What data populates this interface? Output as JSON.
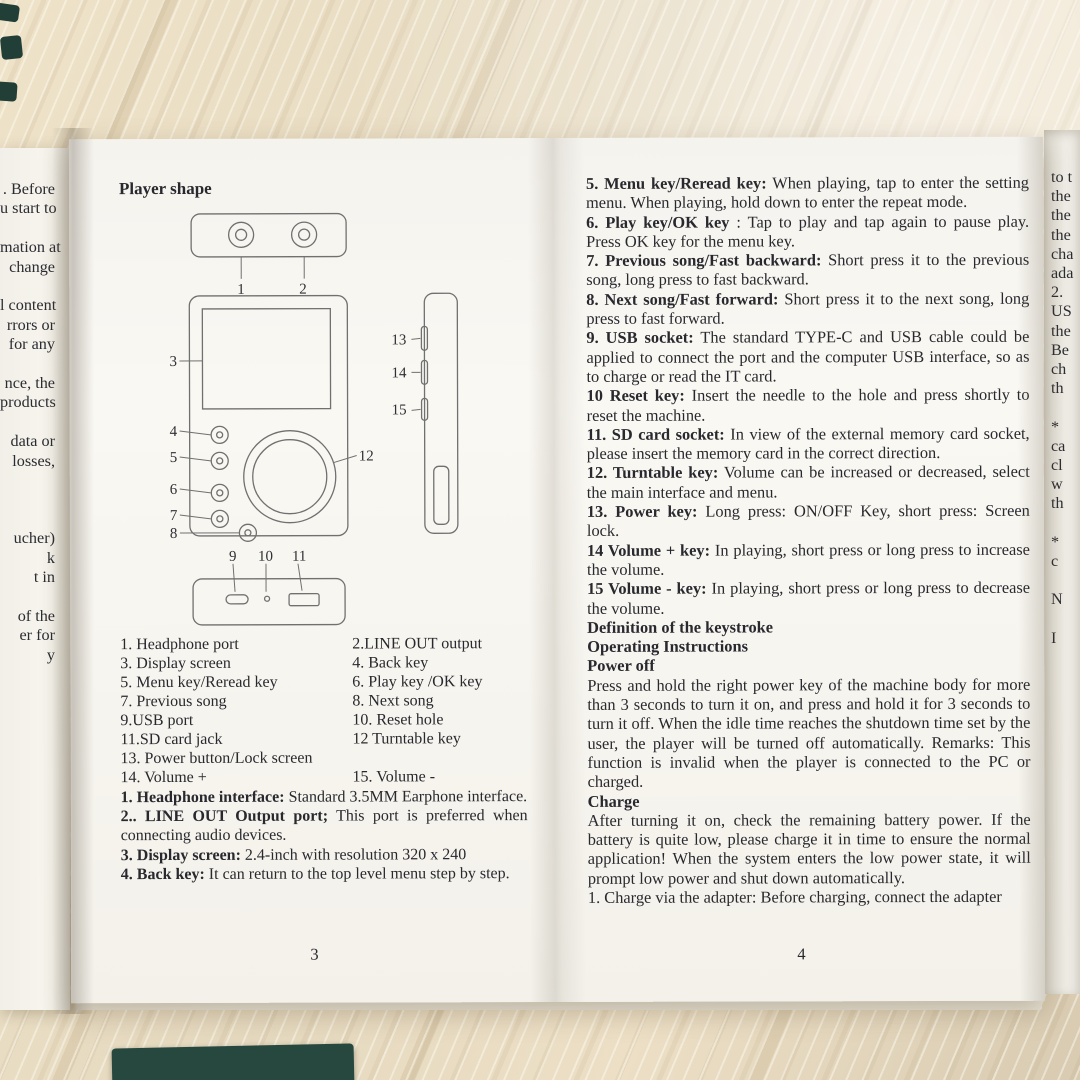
{
  "left_strip": {
    "fragments": [
      ". Before",
      "u start to",
      "",
      "mation at",
      "change",
      "",
      "l content",
      "rrors or",
      "for any",
      "",
      "nce, the",
      "products",
      "",
      "data or",
      "losses,",
      "",
      "",
      "",
      "ucher)",
      "k",
      "t in",
      "",
      "of the",
      "er for",
      "y"
    ]
  },
  "right_strip": {
    "fragments": [
      "to t",
      "the",
      "the",
      "the",
      "cha",
      "ada",
      "2.",
      "US",
      "the",
      "Be",
      "ch",
      "th",
      "",
      "*",
      "ca",
      "cl",
      "w",
      "th",
      "",
      "*",
      "c",
      "",
      "N",
      "",
      "I"
    ]
  },
  "page3": {
    "heading": "Player shape",
    "diagram_labels": [
      "1",
      "2",
      "3",
      "4",
      "5",
      "6",
      "7",
      "8",
      "9",
      "10",
      "11",
      "12",
      "13",
      "14",
      "15"
    ],
    "parts_rows": [
      [
        "1. Headphone port",
        "2.LINE OUT output"
      ],
      [
        "3. Display screen",
        "4. Back key"
      ],
      [
        "5. Menu key/Reread key",
        "6. Play key /OK key"
      ],
      [
        "7. Previous song",
        "8. Next song"
      ],
      [
        "9.USB port",
        "10. Reset hole"
      ],
      [
        "11.SD card jack",
        "12 Turntable key"
      ],
      [
        "13. Power button/Lock screen",
        ""
      ],
      [
        "14. Volume +",
        "15. Volume -"
      ]
    ],
    "descriptions": [
      {
        "b": "1. Headphone interface:",
        "t": " Standard 3.5MM Earphone interface."
      },
      {
        "b": "2.. LINE OUT Output port;",
        "t": " This port is preferred when connecting audio devices."
      },
      {
        "b": "3. Display screen:",
        "t": " 2.4-inch with resolution 320 x 240"
      },
      {
        "b": "4. Back key:",
        "t": " It can return to the top level menu step by step."
      }
    ],
    "page_number": "3"
  },
  "page4": {
    "items": [
      {
        "b": "5. Menu key/Reread key:",
        "t": " When playing, tap to enter the setting menu. When playing, hold down to enter the repeat mode."
      },
      {
        "b": "6. Play key/OK key",
        "t": " : Tap to play and tap again to pause play. Press OK key for the menu key."
      },
      {
        "b": "7. Previous song/Fast backward:",
        "t": " Short press it to the previous song, long press to fast backward."
      },
      {
        "b": "8. Next song/Fast forward:",
        "t": " Short press it to the next song, long press to fast forward."
      },
      {
        "b": "9. USB socket:",
        "t": " The standard TYPE-C and USB cable could be applied to connect the port and the computer USB interface, so as to charge or read the IT card."
      },
      {
        "b": "10 Reset key:",
        "t": " Insert the needle to the hole and press shortly to reset the machine."
      },
      {
        "b": "11. SD card socket:",
        "t": " In view of the external memory card socket, please insert the memory card in the correct direction."
      },
      {
        "b": "12. Turntable key:",
        "t": " Volume can be increased or decreased, select the main interface and menu."
      },
      {
        "b": "13. Power key:",
        "t": " Long press: ON/OFF Key, short press: Screen lock."
      },
      {
        "b": "14 Volume + key:",
        "t": " In playing, short press or long press to increase the volume."
      },
      {
        "b": "15 Volume - key:",
        "t": " In playing, short press or long press to decrease the volume."
      },
      {
        "b": "Definition of the keystroke",
        "t": ""
      },
      {
        "b": "Operating Instructions",
        "t": ""
      },
      {
        "b": "Power off",
        "t": ""
      },
      {
        "b": "",
        "t": "Press and hold the right power key of the machine body for more than 3 seconds to turn it on, and press and hold it for 3 seconds to turn it off. When the idle time reaches the shutdown time set by the user, the player will be turned off automatically. Remarks: This function is invalid when the player is connected to the PC or charged."
      },
      {
        "b": "Charge",
        "t": ""
      },
      {
        "b": "",
        "t": "After turning it on, check the remaining battery power. If the battery is quite low, please charge it in time to ensure the normal application! When the system enters the low power state, it will prompt low power and shut down automatically."
      },
      {
        "b": "",
        "t": "1. Charge via the adapter: Before charging, connect the adapter"
      }
    ],
    "page_number": "4"
  }
}
